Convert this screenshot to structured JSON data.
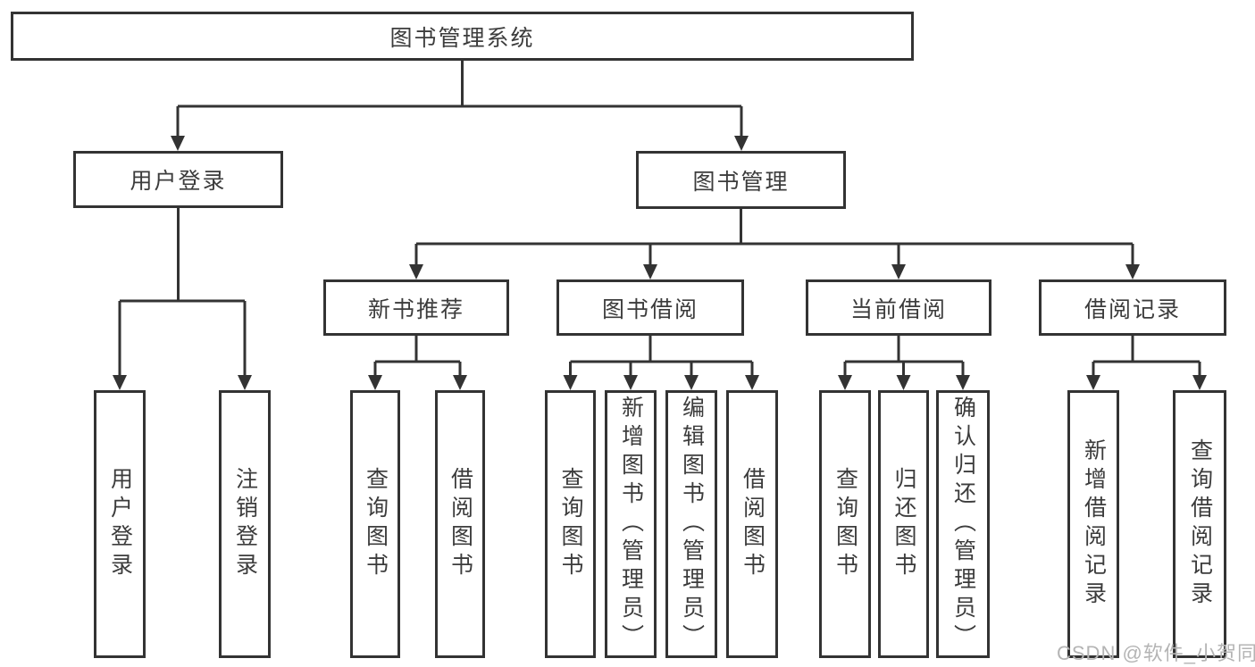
{
  "watermark": "CSDN @软件_小贺同学",
  "colors": {
    "line": "#333333",
    "text": "#3c3c3c",
    "box_bg": "#ffffff",
    "background": "#ffffff",
    "watermark_text": "#b4b4b4"
  },
  "nodes": {
    "root": "图书管理系统",
    "user_login": {
      "label": "用户登录",
      "children": [
        "用户登录",
        "注销登录"
      ]
    },
    "book_mgmt": {
      "label": "图书管理",
      "sections": {
        "new_book_rec": {
          "label": "新书推荐",
          "children": [
            "查询图书",
            "借阅图书"
          ]
        },
        "book_borrow": {
          "label": "图书借阅",
          "children": [
            "查询图书",
            "新增图书（管理员）",
            "编辑图书（管理员）",
            "借阅图书"
          ]
        },
        "current_borrow": {
          "label": "当前借阅",
          "children": [
            "查询图书",
            "归还图书",
            "确认归还（管理员）"
          ]
        },
        "borrow_record": {
          "label": "借阅记录",
          "children": [
            "新增借阅记录",
            "查询借阅记录"
          ]
        }
      }
    }
  }
}
